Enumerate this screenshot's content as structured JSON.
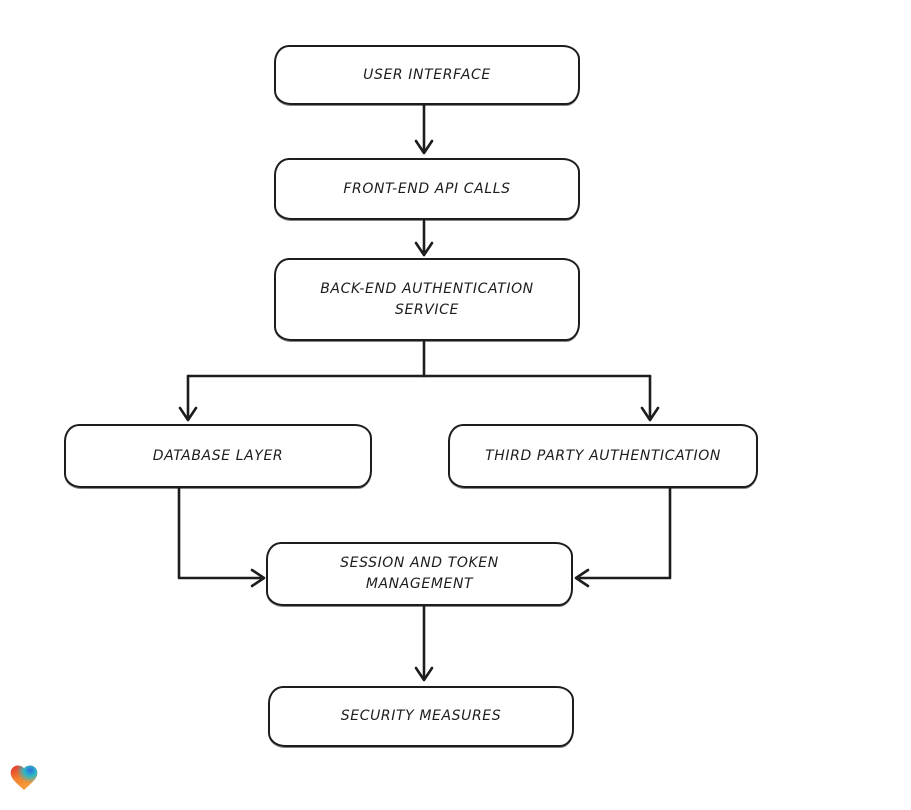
{
  "app": {
    "background_color": "#ffffff"
  },
  "diagram": {
    "type": "flowchart",
    "style": "hand-drawn",
    "stroke_color": "#1d1d1d",
    "node_fill_color": "#ffffff",
    "nodes": {
      "user_interface": {
        "label": "USER INTERFACE"
      },
      "front_end_api_calls": {
        "label": "FRONT-END API CALLS"
      },
      "back_end_authentication_service": {
        "line1": "BACK-END AUTHENTICATION",
        "line2": "SERVICE"
      },
      "database_layer": {
        "label": "DATABASE LAYER"
      },
      "third_party_authentication": {
        "label": "THIRD PARTY AUTHENTICATION"
      },
      "session_and_token_management": {
        "line1": "SESSION AND TOKEN",
        "line2": "MANAGEMENT"
      },
      "security_measures": {
        "label": "SECURITY MEASURES"
      }
    },
    "edges": [
      {
        "from": "user_interface",
        "to": "front_end_api_calls"
      },
      {
        "from": "front_end_api_calls",
        "to": "back_end_authentication_service"
      },
      {
        "from": "back_end_authentication_service",
        "to": "database_layer"
      },
      {
        "from": "back_end_authentication_service",
        "to": "third_party_authentication"
      },
      {
        "from": "database_layer",
        "to": "session_and_token_management"
      },
      {
        "from": "third_party_authentication",
        "to": "session_and_token_management"
      },
      {
        "from": "session_and_token_management",
        "to": "security_measures"
      }
    ]
  },
  "branding": {
    "logo": "heart-gradient-icon",
    "logo_colors": {
      "red": "#e43a2e",
      "teal": "#2cb9c4",
      "blue": "#2e6ee0",
      "orange_mid": "#f1812f",
      "amber": "#f9a23b"
    }
  }
}
